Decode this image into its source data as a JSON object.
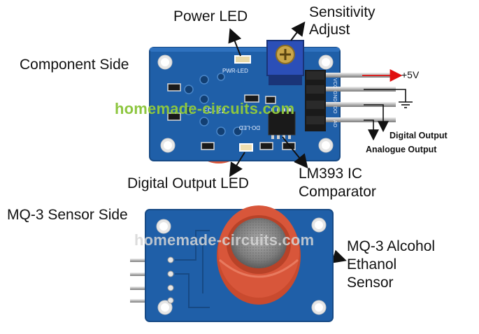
{
  "labels": {
    "power_led": "Power LED",
    "sensitivity_adjust_line1": "Sensitivity",
    "sensitivity_adjust_line2": "Adjust",
    "component_side": "Component Side",
    "plus_5v": "+5V",
    "digital_output": "Digital Output",
    "analogue_output": "Analogue Output",
    "digital_output_led": "Digital Output LED",
    "lm393_line1": "LM393 IC",
    "lm393_line2": "Comparator",
    "mq3_sensor_side": "MQ-3 Sensor Side",
    "mq3_line1": "MQ-3 Alcohol",
    "mq3_line2": "Ethanol",
    "mq3_line3": "Sensor"
  },
  "board_text": {
    "model": "FC-22",
    "pwr_led": "PWR-LED",
    "do_led": "DO-LED",
    "pin_vcc": "VCC",
    "pin_gnd": "GND",
    "pin_do": "DO",
    "pin_ao": "AO"
  },
  "watermark": "homemade-circuits.com",
  "colors": {
    "pcb": "#1f5fa8",
    "sensor_cap": "#d8563a",
    "watermark_top": "#8dc63f",
    "arrow_red": "#e01010",
    "pot_body": "#2b4fb8"
  }
}
